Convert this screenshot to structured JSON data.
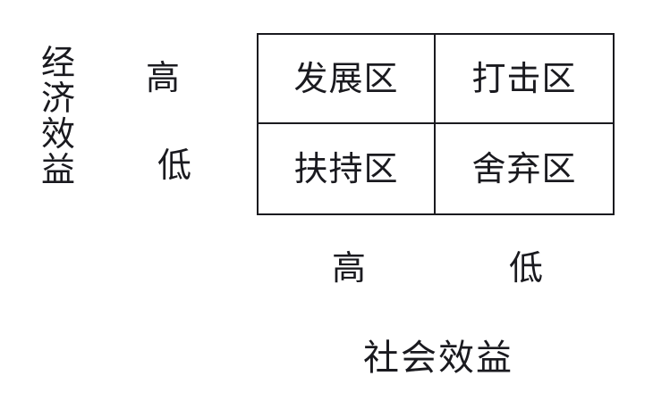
{
  "diagram": {
    "type": "2x2-quadrant-matrix",
    "background_color": "#ffffff",
    "line_color": "#1a1a1f",
    "text_color": "#1a1a1f",
    "y_axis": {
      "title": "经济效益",
      "title_chars": [
        "经",
        "济",
        "效",
        "益"
      ],
      "levels": [
        {
          "key": "high",
          "label": "高"
        },
        {
          "key": "low",
          "label": "低"
        }
      ]
    },
    "x_axis": {
      "title": "社会效益",
      "levels": [
        {
          "key": "high",
          "label": "高"
        },
        {
          "key": "low",
          "label": "低"
        }
      ]
    },
    "quadrants": [
      {
        "position": "top-left",
        "economic": "高",
        "social": "高",
        "label": "发展区"
      },
      {
        "position": "top-right",
        "economic": "高",
        "social": "低",
        "label": "打击区"
      },
      {
        "position": "bottom-left",
        "economic": "低",
        "social": "高",
        "label": "扶持区"
      },
      {
        "position": "bottom-right",
        "economic": "低",
        "social": "低",
        "label": "舍弃区"
      }
    ]
  }
}
